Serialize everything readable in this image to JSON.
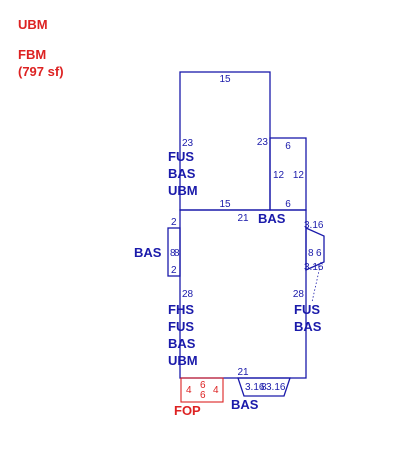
{
  "header": {
    "label_1": "UBM",
    "label_2": "FBM",
    "label_3": "(797 sf)"
  },
  "areas": {
    "upper_stack": [
      "FUS",
      "BAS",
      "UBM"
    ],
    "right_bas": "BAS",
    "left_bas": "BAS",
    "lower_left_stack": [
      "FHS",
      "FUS",
      "BAS",
      "UBM"
    ],
    "lower_right_stack": [
      "FUS",
      "BAS"
    ],
    "bottom_bas": "BAS",
    "porch": "FOP"
  },
  "dimensions": {
    "top_width": "15",
    "upper_left_height": "23",
    "upper_right_height": "23",
    "notch_top": "6",
    "notch_left": "12",
    "notch_right": "12",
    "notch_bottom": "6",
    "upper_bottom": "15",
    "main_top": "21",
    "left_small_top": "2",
    "left_small_mid": "8",
    "left_small_side": "8",
    "left_small_bottom": "2",
    "main_left": "28",
    "main_right": "28",
    "right_bay_top": "3.16",
    "right_bay_a": "8",
    "right_bay_b": "6",
    "right_bay_bottom": "3.16",
    "main_bottom": "21",
    "bottom_bay_left": "3.16",
    "bottom_bay_mid": "8",
    "bottom_bay_right": "3.16",
    "porch_left": "4",
    "porch_top": "6",
    "porch_bottom": "6",
    "porch_right": "4"
  }
}
